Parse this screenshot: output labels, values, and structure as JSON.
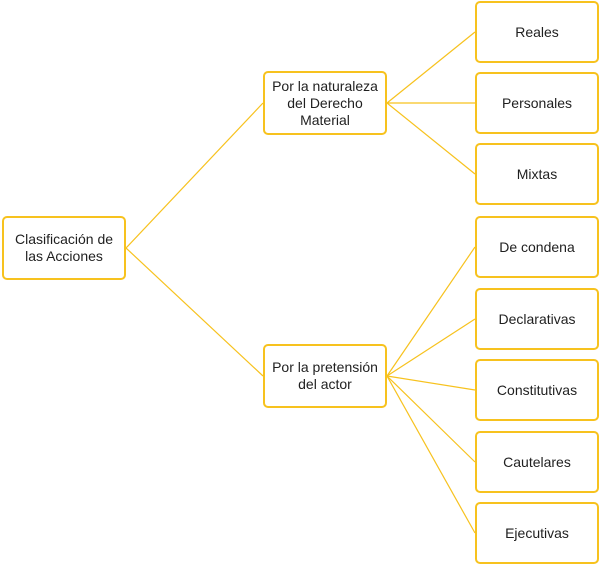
{
  "colors": {
    "node_border": "#F7C21E",
    "connector": "#F7C21E",
    "text": "#1f1f1f",
    "background": "#ffffff"
  },
  "root": {
    "label": "Clasificación de\nlas Acciones"
  },
  "branches": [
    {
      "label": "Por la naturaleza\ndel Derecho\nMaterial",
      "children": [
        "Reales",
        "Personales",
        "Mixtas"
      ]
    },
    {
      "label": "Por la pretensión\ndel actor",
      "children": [
        "De condena",
        "Declarativas",
        "Constitutivas",
        "Cautelares",
        "Ejecutivas"
      ]
    }
  ]
}
